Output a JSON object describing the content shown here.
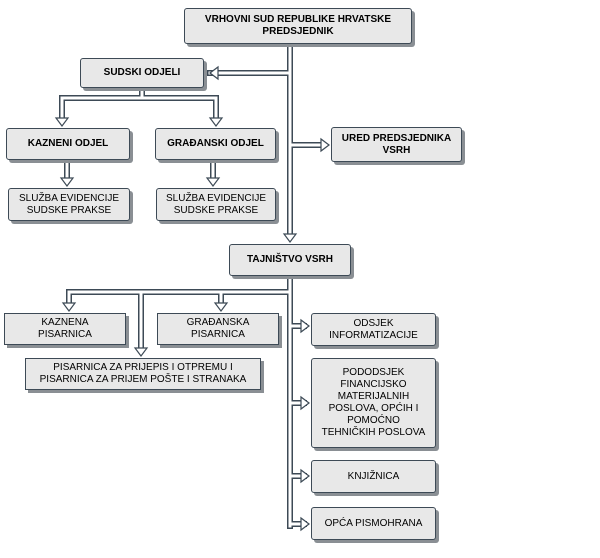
{
  "colors": {
    "line": "#ffffff",
    "line_outline": "#3d4a56",
    "box_fill": "#e8e8e8",
    "box_border": "#3d4a56",
    "shadow": "#8a8f94"
  },
  "nodes": {
    "top": "VRHOVNI SUD REPUBLIKE HRVATSKE\nPREDSJEDNIK",
    "sudski_odjeli": "SUDSKI ODJELI",
    "kazneni_odjel": "KAZNENI ODJEL",
    "gradanski_odjel": "GRAĐANSKI ODJEL",
    "sluzba_1": "SLUŽBA EVIDENCIJE\nSUDSKE PRAKSE",
    "sluzba_2": "SLUŽBA EVIDENCIJE\nSUDSKE PRAKSE",
    "ured": "URED PREDSJEDNIKA\nVSRH",
    "tajnistvo": "TAJNIŠTVO  VSRH",
    "kaznena_pisarnica": "KAZNENA\nPISARNICA",
    "gradanska_pisarnica": "GRAĐANSKA\nPISARNICA",
    "pisarnica_prijepis": "PISARNICA ZA PRIJEPIS I OTPREMU I\nPISARNICA ZA PRIJEM POŠTE I STRANAKA",
    "odsjek": "ODSJEK\nINFORMATIZACIJE",
    "pododsjek": "PODODSJEK\nFINANCIJSKO\nMATERIJALNIH\nPOSLOVA, OPĆIH I\nPOMOĆNO\nTEHNIČKIH POSLOVA",
    "knjiznica": "KNJIŽNICA",
    "pismohrana": "OPĆA PISMOHRANA"
  }
}
